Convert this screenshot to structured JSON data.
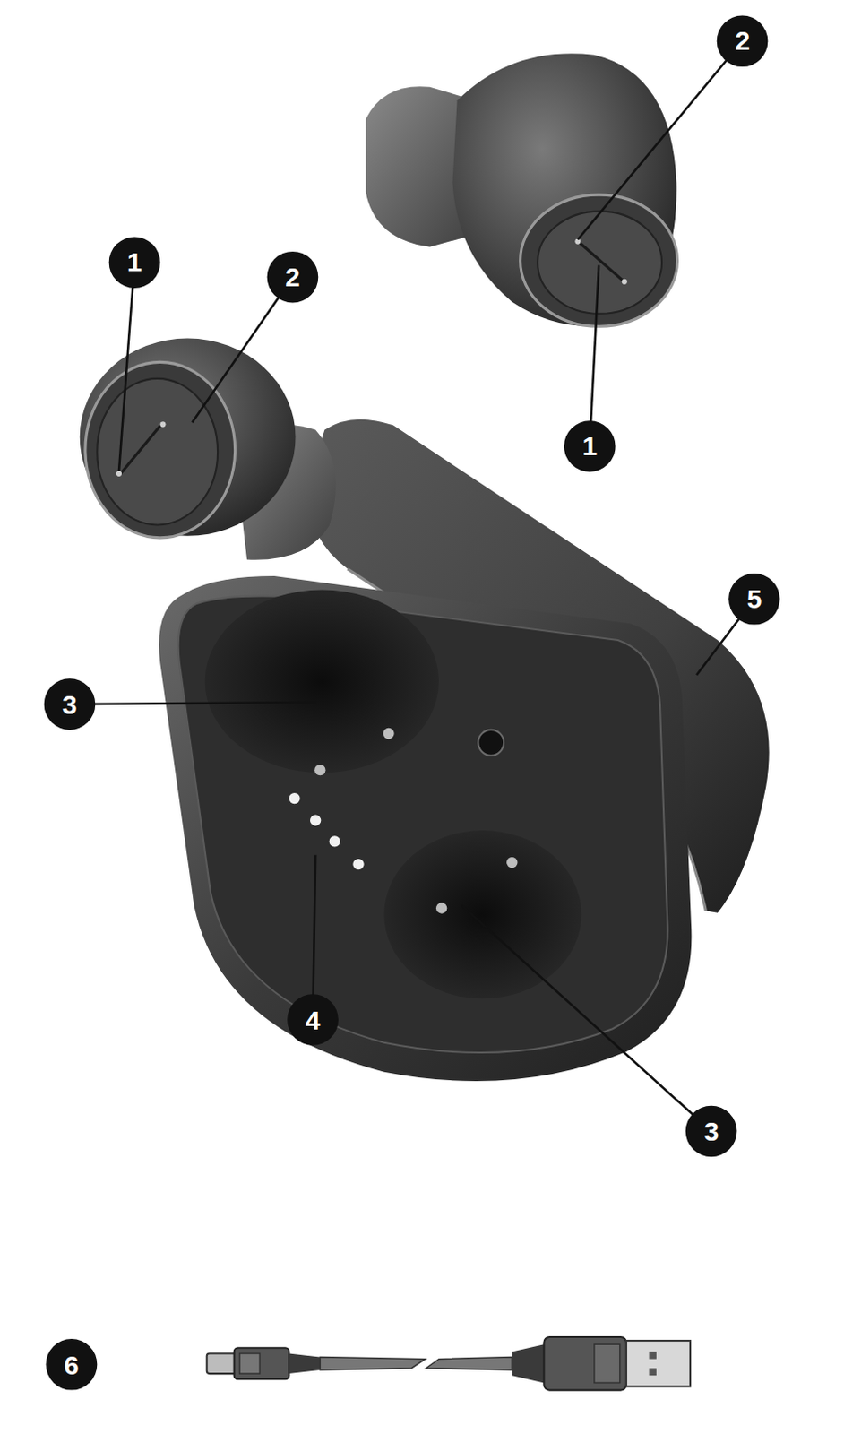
{
  "diagram": {
    "labels": [
      "2",
      "1",
      "2",
      "1",
      "5",
      "3",
      "4",
      "3",
      "6"
    ]
  }
}
